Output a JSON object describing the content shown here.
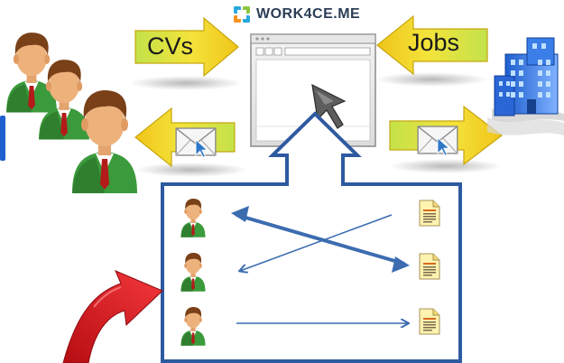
{
  "brand": {
    "name": "WORK4CE.ME"
  },
  "labels": {
    "cvs": "CVs",
    "jobs": "Jobs"
  },
  "icons": {
    "candidates": "candidate-group-icon",
    "company": "office-building-icon",
    "mail": "envelope-icon",
    "browser": "browser-window-icon",
    "cursor": "mouse-pointer-icon",
    "document": "resume-document-icon"
  },
  "colors": {
    "arrow_yellow": "#f2d11a",
    "arrow_green": "#b8d433",
    "frame_blue": "#2e5aa0",
    "match_blue": "#3c6cb0",
    "person_green": "#3b9a3b",
    "doc_yellow": "#f7e27a",
    "red_arrow": "#d8151b"
  }
}
